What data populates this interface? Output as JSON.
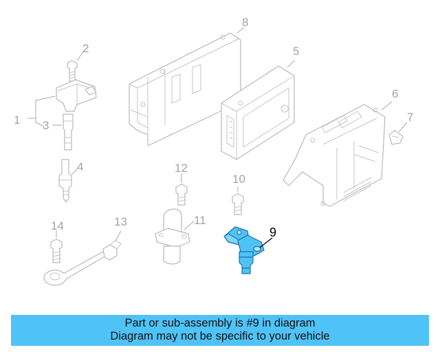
{
  "colors": {
    "highlight": "#4fc3f7",
    "highlight_stroke": "#1f6fa8",
    "banner": "#4fc3f7",
    "line_art": "#b8b8b8",
    "callout_text": "#a3a3a3"
  },
  "diagram": {
    "callouts": {
      "c1": "1",
      "c2": "2",
      "c3": "3",
      "c4": "4",
      "c5": "5",
      "c6": "6",
      "c7": "7",
      "c8": "8",
      "c9": "9",
      "c10": "10",
      "c11": "11",
      "c12": "12",
      "c13": "13",
      "c14": "14"
    },
    "highlighted_part": "9"
  },
  "banner": {
    "line1": "Part or sub-assembly is #9 in diagram",
    "line2": "Diagram may not be specific to your vehicle"
  }
}
